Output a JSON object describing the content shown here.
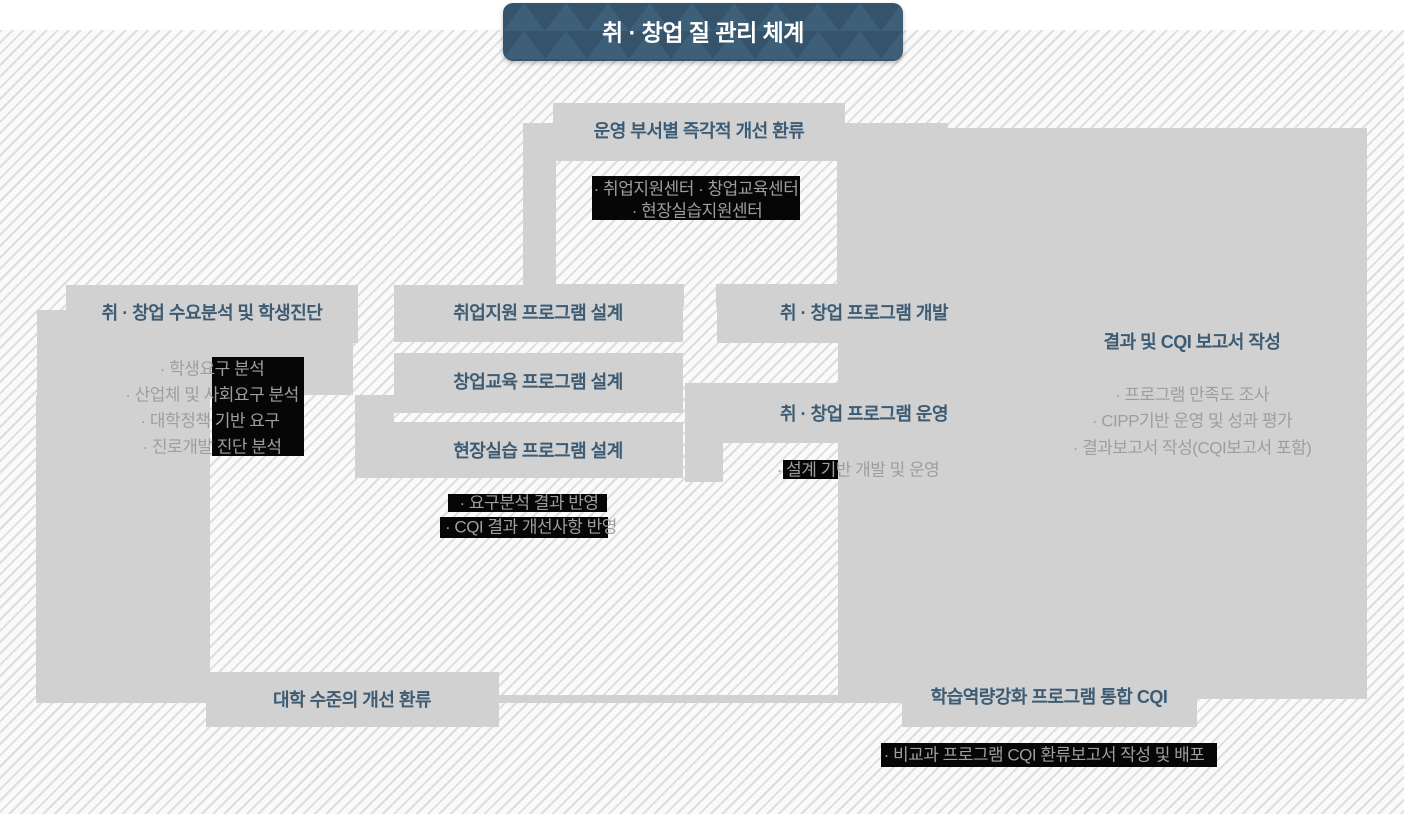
{
  "title": "취 · 창업 질 관리 체계",
  "colors": {
    "banner_base": "#35536a",
    "banner_triangle": "#3d5f78",
    "block_gray": "#d1d1d1",
    "heading_blue": "#3d5c74",
    "body_gray": "#9e9e9e",
    "highlight_black": "#060606",
    "stripe_line": "#dddddd"
  },
  "feedback_top": {
    "heading": "운영 부서별 즉각적 개선 환류",
    "line1": "· 취업지원센터 · 창업교육센터",
    "line2": "· 현장실습지원센터"
  },
  "analysis": {
    "heading": "취 · 창업 수요분석 및 학생진단",
    "item1": "· 학생요구 분석",
    "item2": "· 산업체 및 사회요구 분석",
    "item3": "· 대학정책 기반 요구",
    "item4": "· 진로개발 진단 분석"
  },
  "design": {
    "heading1": "취업지원 프로그램 설계",
    "heading2": "창업교육 프로그램 설계",
    "heading3": "현장실습 프로그램 설계",
    "note1": "· 요구분석 결과 반영",
    "note2": "· CQI 결과 개선사항 반영"
  },
  "develop": {
    "heading": "취 · 창업 프로그램 개발"
  },
  "operate": {
    "heading": "취 · 창업 프로그램 운영",
    "note": "· 설계 기반 개발 및 운영"
  },
  "report": {
    "heading": "결과 및 CQI 보고서 작성",
    "item1": "· 프로그램 만족도 조사",
    "item2": "· CIPP기반 운영 및 성과 평가",
    "item3": "· 결과보고서 작성(CQI보고서 포함)"
  },
  "feedback_univ": {
    "heading": "대학 수준의 개선 환류"
  },
  "integrated_cqi": {
    "heading": "학습역량강화 프로그램 통합 CQI",
    "note": "· 비교과 프로그램 CQI 환류보고서 작성 및 배포"
  }
}
